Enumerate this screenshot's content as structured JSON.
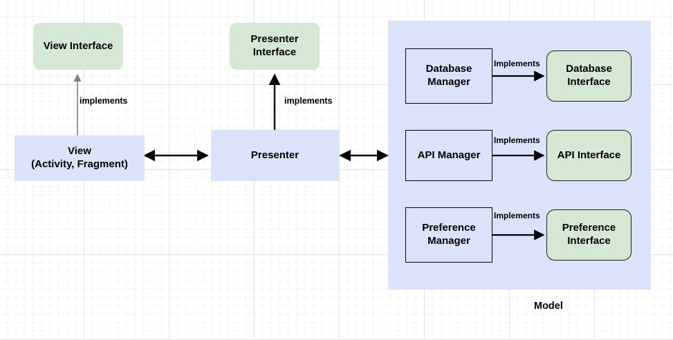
{
  "diagram": {
    "title_caption": "Model",
    "nodes": {
      "view_interface": "View Interface",
      "presenter_interface": "Presenter Interface",
      "view": "View\n(Activity, Fragment)",
      "view_line1": "View",
      "view_line2": "(Activity, Fragment)",
      "presenter": "Presenter",
      "database_manager_line1": "Database",
      "database_manager_line2": "Manager",
      "database_interface_line1": "Database",
      "database_interface_line2": "Interface",
      "api_manager": "API Manager",
      "api_interface": "API Interface",
      "preference_manager_line1": "Preference",
      "preference_manager_line2": "Manager",
      "preference_interface_line1": "Preference",
      "preference_interface_line2": "Interface"
    },
    "edge_labels": {
      "view_implements": "implements",
      "presenter_implements": "implements",
      "database_implements": "Implements",
      "api_implements": "Implements",
      "preference_implements": "Implements"
    },
    "colors": {
      "green_fill": "#d5e8d4",
      "blue_fill": "#dae3f9",
      "border_dark": "#20211f",
      "arrow_black": "#000000",
      "arrow_gray": "#808080",
      "grid_major": "#e3e3e3",
      "grid_minor": "#f4f4f4"
    }
  }
}
